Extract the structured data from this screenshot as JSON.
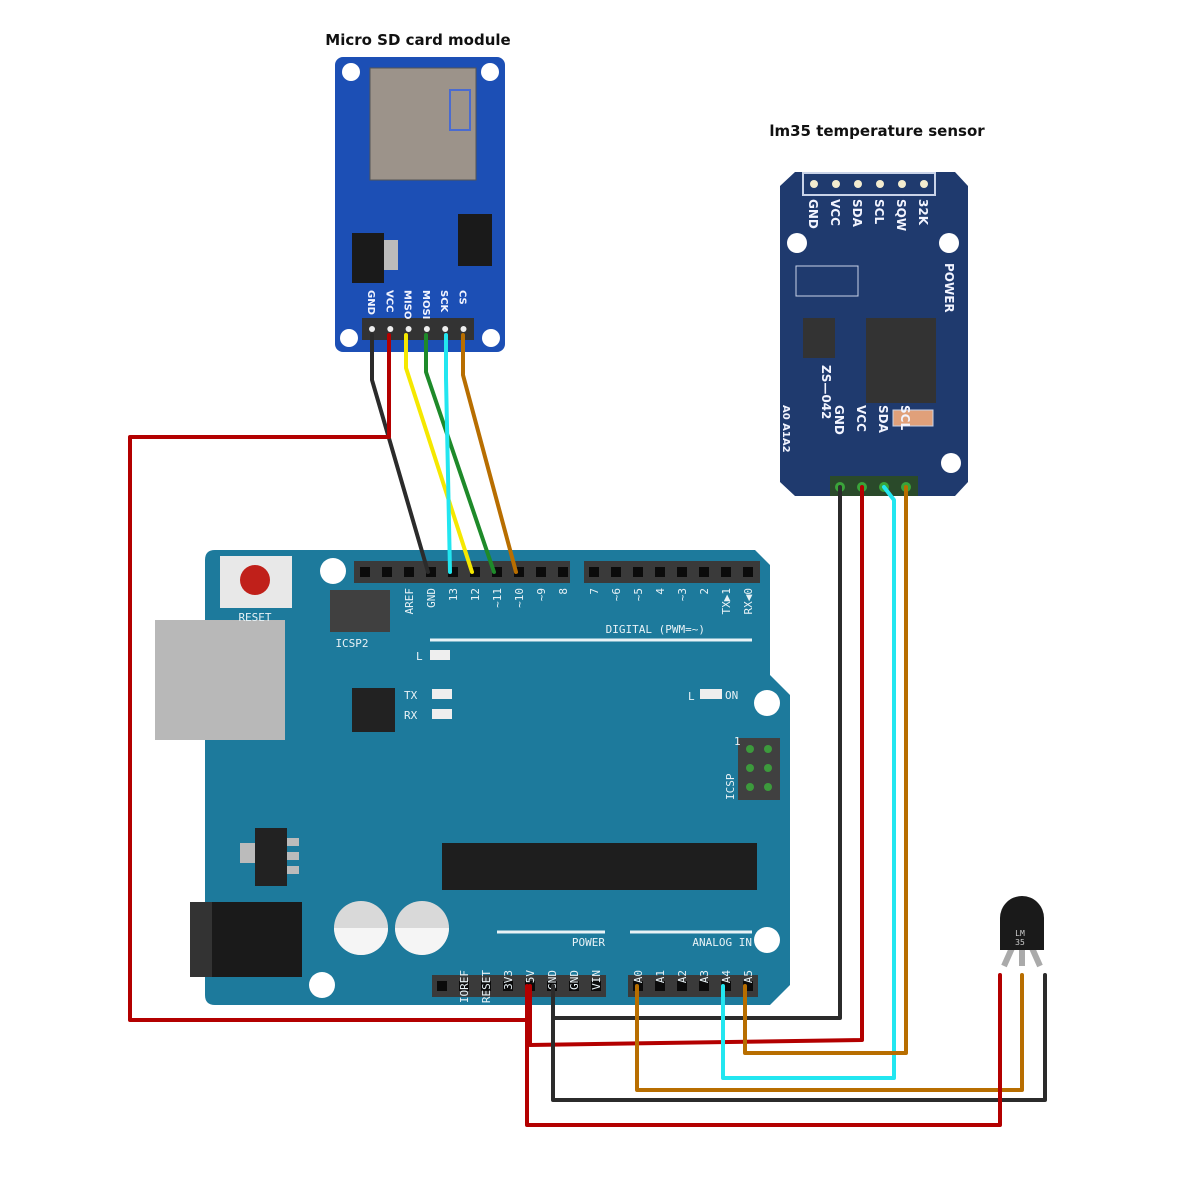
{
  "titles": {
    "sd_module": "Micro SD card module",
    "temp_sensor": "lm35 temperature sensor"
  },
  "sd_module": {
    "pins": [
      "GND",
      "VCC",
      "MISO",
      "MOSI",
      "SCK",
      "CS"
    ],
    "board_color": "#1c4fb5"
  },
  "rtc_module": {
    "top_pins": [
      "GND",
      "VCC",
      "SDA",
      "SCL",
      "SQW",
      "32K"
    ],
    "bottom_pins": [
      "GND",
      "VCC",
      "SDA",
      "SCL"
    ],
    "power_label": "POWER",
    "model": "ZS—042",
    "address_label": "A0 A1A2",
    "board_color": "#1f3a6e"
  },
  "lm35": {
    "marking_line1": "LM",
    "marking_line2": "35"
  },
  "arduino": {
    "board_color": "#1d7a9c",
    "reset_label": "RESET",
    "icsp2_label": "ICSP2",
    "icsp_label": "ICSP",
    "icsp_pin1": "1",
    "digital_label": "DIGITAL (PWM=~)",
    "digital_pins_a": [
      "",
      "",
      "AREF",
      "GND",
      "13",
      "12",
      "~11",
      "~10",
      "~9",
      "8"
    ],
    "digital_pins_b": [
      "7",
      "~6",
      "~5",
      "4",
      "~3",
      "2",
      "TX▶1",
      "RX◀0"
    ],
    "led_l": "L",
    "led_tx": "TX",
    "led_rx": "RX",
    "led_on_l": "L",
    "led_on": "ON",
    "power_label": "POWER",
    "power_pins": [
      "",
      "IOREF",
      "RESET",
      "3V3",
      "5V",
      "GND",
      "GND",
      "VIN"
    ],
    "analog_label": "ANALOG IN",
    "analog_pins": [
      "A0",
      "A1",
      "A2",
      "A3",
      "A4",
      "A5"
    ]
  },
  "wire_colors": {
    "red": "#b30000",
    "black": "#2b2b2b",
    "yellow": "#f5e800",
    "green": "#1e8a2a",
    "cyan": "#22e6f0",
    "brown": "#b86e00"
  }
}
